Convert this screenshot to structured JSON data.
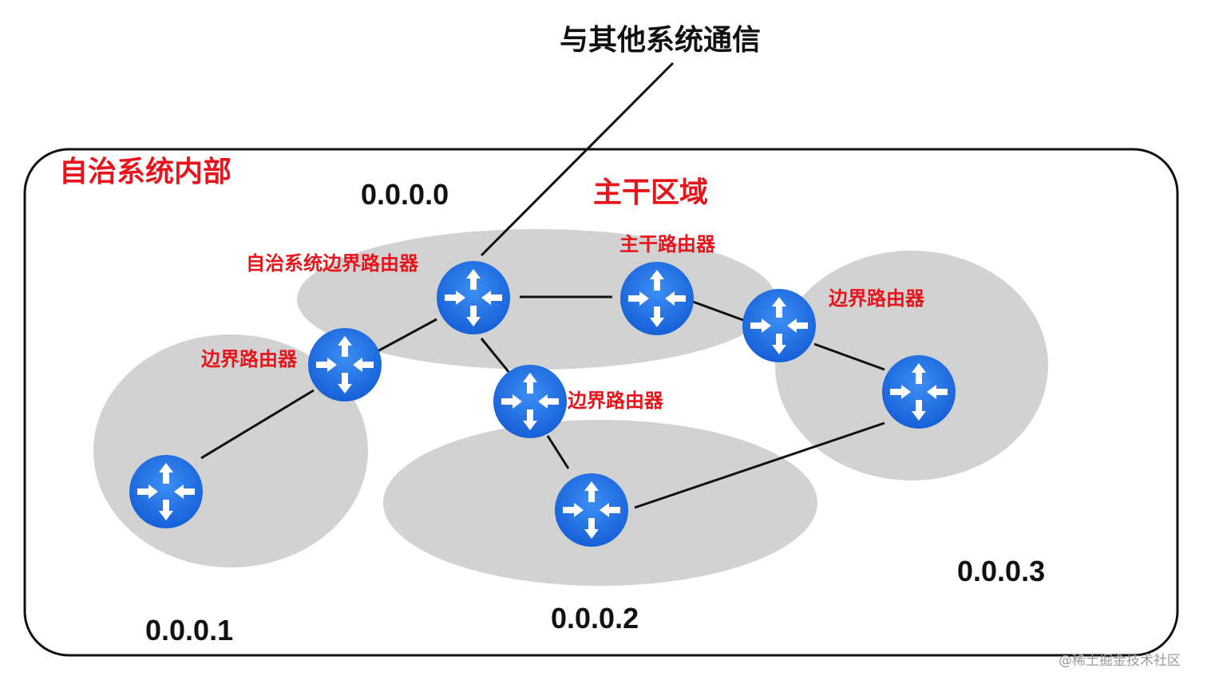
{
  "title": "与其他系统通信",
  "as_label": "自治系统内部",
  "backbone_label": "主干区域",
  "areas": {
    "a0": "0.0.0.0",
    "a1": "0.0.0.1",
    "a2": "0.0.0.2",
    "a3": "0.0.0.3"
  },
  "router_labels": {
    "asbr": "自治系统边界路由器",
    "backbone": "主干路由器",
    "abr_left": "边界路由器",
    "abr_mid": "边界路由器",
    "abr_right": "边界路由器"
  },
  "watermark": "@稀土掘金技术社区",
  "colors": {
    "area_fill": "#d2d2d2",
    "router_fill": "#1e6fe0",
    "label_red": "#e8141b"
  }
}
